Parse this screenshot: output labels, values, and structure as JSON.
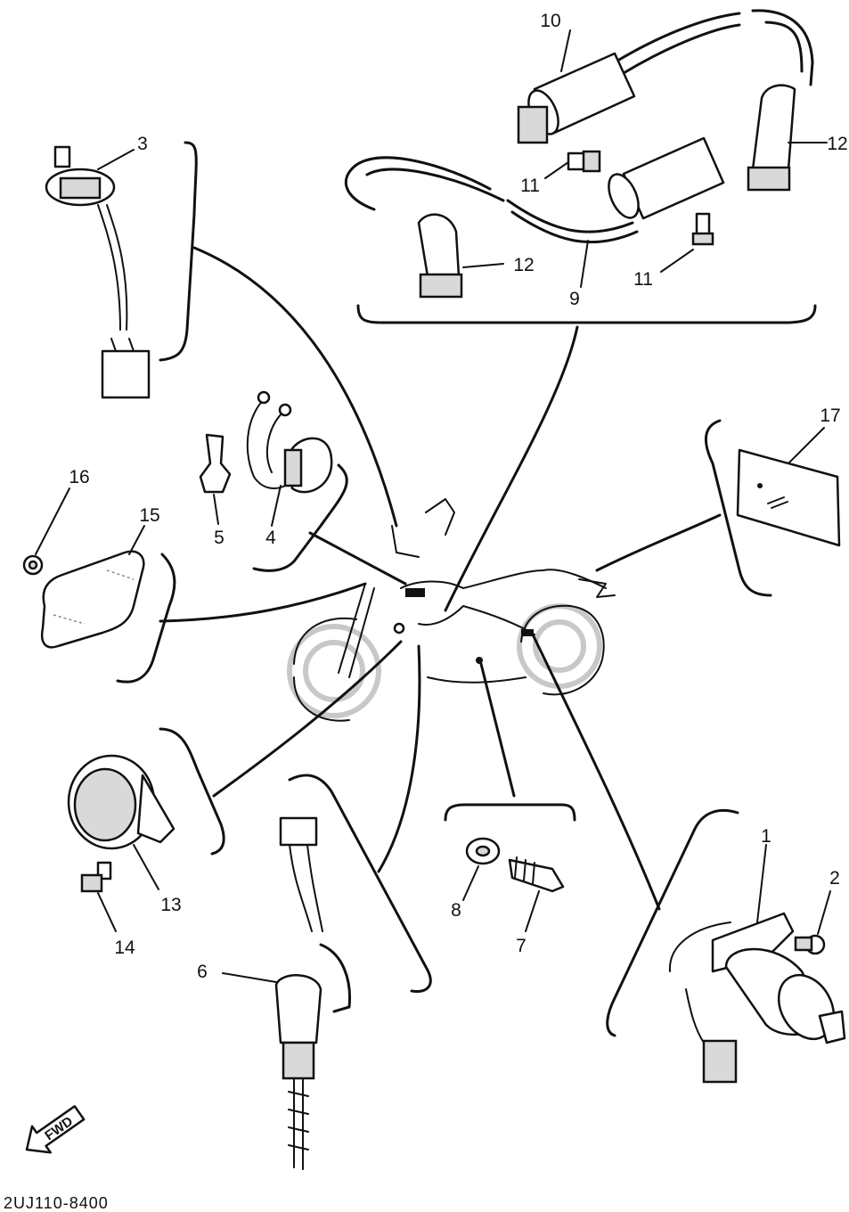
{
  "diagram": {
    "labels": {
      "p1": "1",
      "p2": "2",
      "p3": "3",
      "p4": "4",
      "p5": "5",
      "p6": "6",
      "p7": "7",
      "p8": "8",
      "p9": "9",
      "p10": "10",
      "p11a": "11",
      "p11b": "11",
      "p12a": "12",
      "p12b": "12",
      "p13": "13",
      "p14": "14",
      "p15": "15",
      "p16": "16",
      "p17": "17"
    },
    "direction_arrow": "FWD",
    "drawing_code": "2UJ110-8400"
  }
}
